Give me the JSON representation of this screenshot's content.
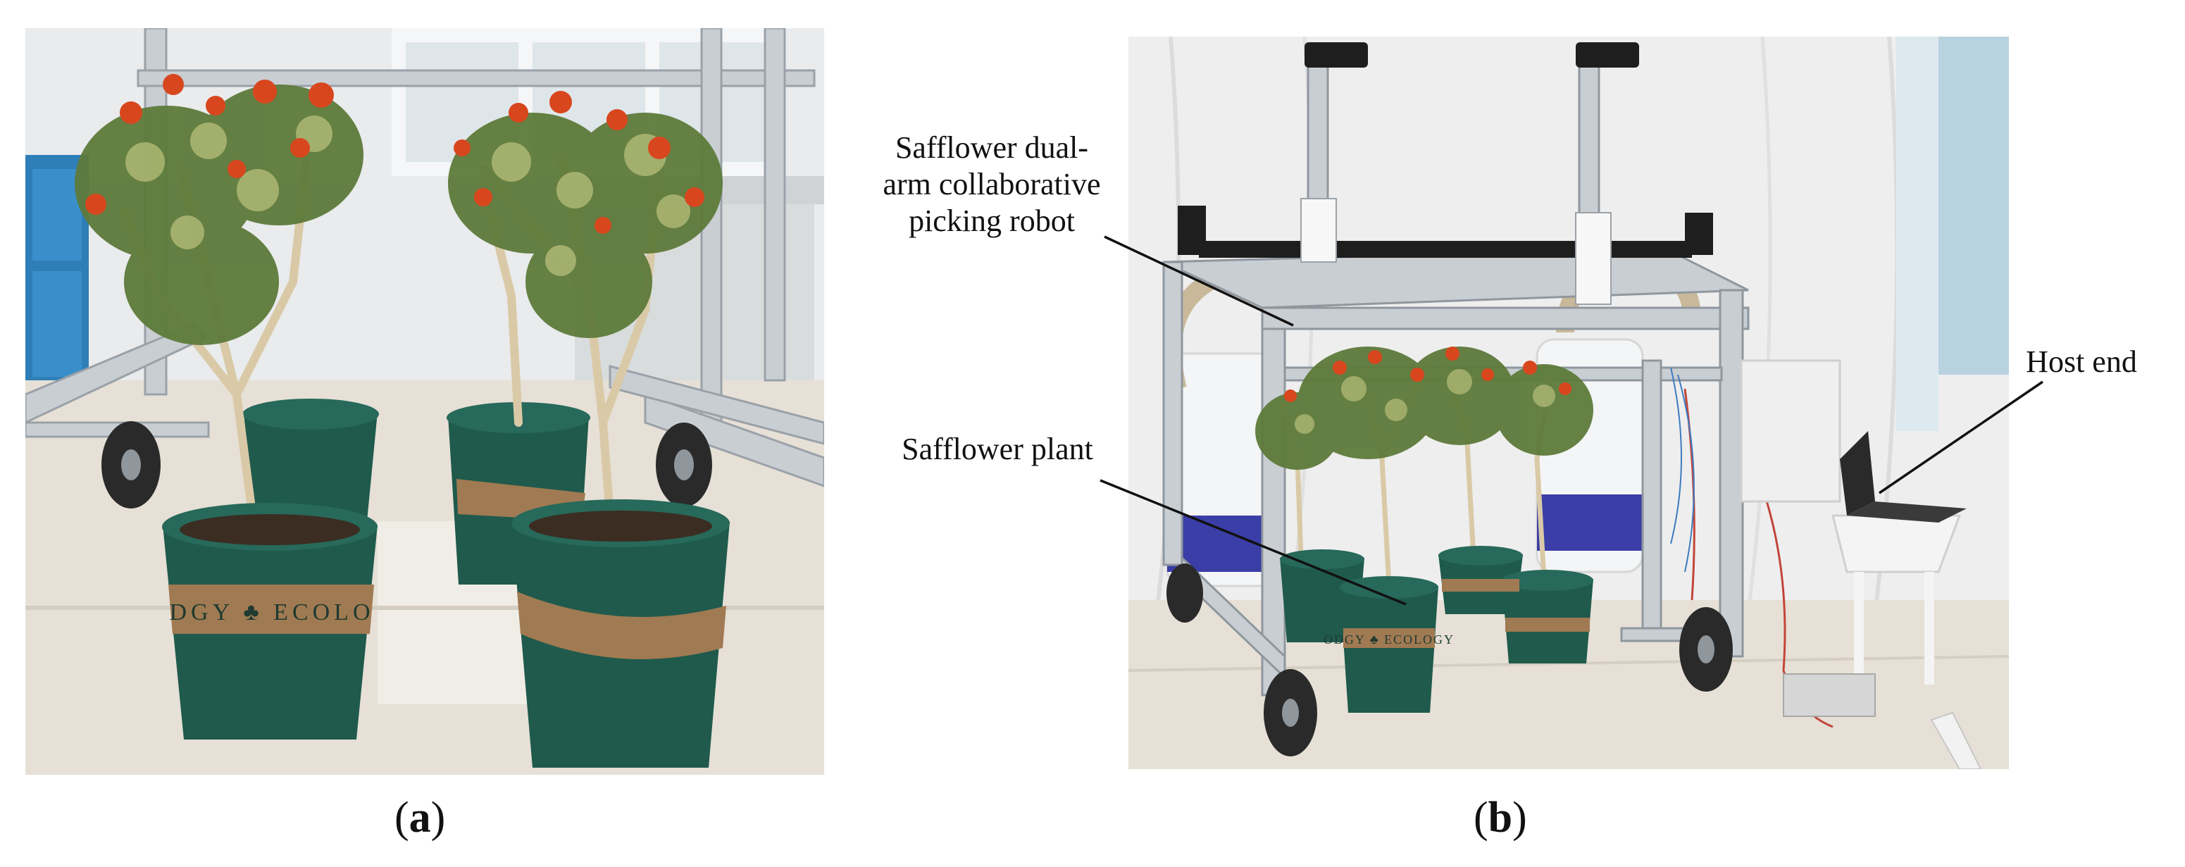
{
  "panels": {
    "a": {
      "caption_letter": "a"
    },
    "b": {
      "caption_letter": "b"
    }
  },
  "annotations": {
    "robot_line1": "Safflower dual-",
    "robot_line2": "arm collaborative",
    "robot_line3": "picking robot",
    "plant": "Safflower plant",
    "host": "Host end"
  },
  "pot_text": {
    "a_left": "DGY ♣ ECOLO",
    "b_center": "ODGY ♣ ECOLOGY"
  },
  "colors": {
    "pot_green": "#1f5a4c",
    "pot_band": "#a07a52",
    "frame_aluminium": "#c9ced3",
    "flower_red": "#d8461e",
    "leaf_green": "#5d7a3a",
    "floor": "#e6e0d6"
  }
}
